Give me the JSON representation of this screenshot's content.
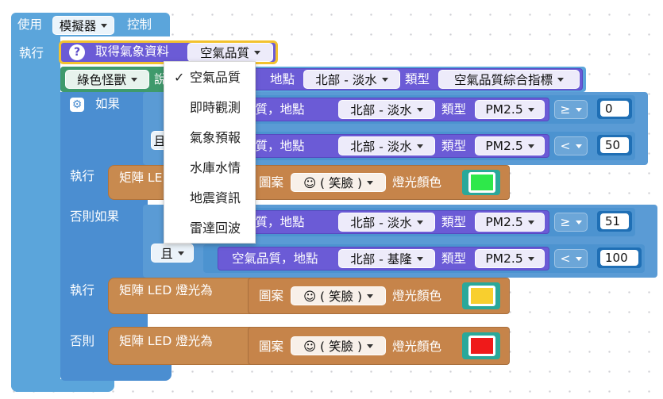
{
  "use_block": {
    "label_use": "使用",
    "device": "模擬器",
    "label_control": "控制"
  },
  "exec_label": "執行",
  "weather_block": {
    "label": "取得氣象資料",
    "type_value": "空氣品質"
  },
  "monster_block": {
    "value": "綠色怪獸",
    "label_prefix": "說"
  },
  "aq_row1": {
    "location_label": "地點",
    "location": "北部 - 淡水",
    "type_label": "類型",
    "type": "空氣品質綜合指標"
  },
  "if_block": {
    "if_label": "如果",
    "and_label": "且",
    "then_label": "執行",
    "elseif_label": "否則如果",
    "else_label": "否則"
  },
  "conditions": [
    {
      "text": "品質，地點",
      "location": "北部 - 淡水",
      "type_label": "類型",
      "type": "PM2.5",
      "op": "≥",
      "value": "0"
    },
    {
      "text": "品質，地點",
      "location": "北部 - 淡水",
      "type_label": "類型",
      "type": "PM2.5",
      "op": "<",
      "value": "50"
    },
    {
      "text": "品質，地點",
      "location": "北部 - 淡水",
      "type_label": "類型",
      "type": "PM2.5",
      "op": "≥",
      "value": "51"
    },
    {
      "text": "空氣品質，地點",
      "location": "北部 - 基隆",
      "type_label": "類型",
      "type": "PM2.5",
      "op": "<",
      "value": "100"
    }
  ],
  "led_blocks": [
    {
      "label": "矩陣 LE",
      "pattern_label": "圖案",
      "pattern": "☺ ( 笑臉 )",
      "color_label": "燈光顏色",
      "color": "#2ee84a"
    },
    {
      "label": "矩陣 LED 燈光為",
      "pattern_label": "圖案",
      "pattern": "☺ ( 笑臉 )",
      "color_label": "燈光顏色",
      "color": "#f8cf2e"
    },
    {
      "label": "矩陣 LED 燈光為",
      "pattern_label": "圖案",
      "pattern": "☺ ( 笑臉 )",
      "color_label": "燈光顏色",
      "color": "#ef1a1a"
    }
  ],
  "dropdown_menu": {
    "checkmark": "✓",
    "items": [
      "空氣品質",
      "即時觀測",
      "氣象預報",
      "水庫水情",
      "地震資訊",
      "雷達回波"
    ]
  },
  "icons": {
    "help": "?",
    "gear": "⚙"
  }
}
